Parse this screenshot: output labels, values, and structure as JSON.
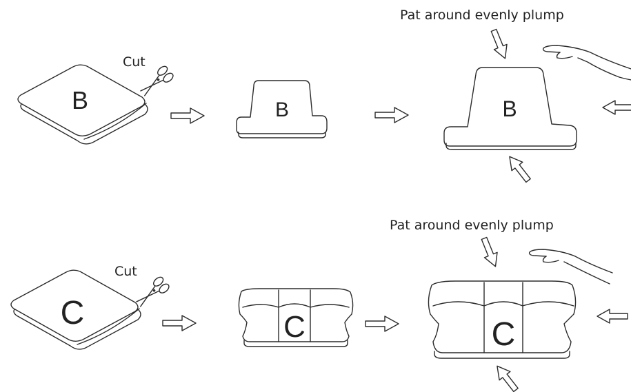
{
  "rows": [
    {
      "cut_label": "Cut",
      "pat_label": "Pat around evenly plump",
      "letter_raw": "B",
      "letter_cut": "B",
      "letter_final": "B"
    },
    {
      "cut_label": "Cut",
      "pat_label": "Pat around evenly plump",
      "letter_raw": "C",
      "letter_cut": "C",
      "letter_final": "C"
    }
  ],
  "icons": {
    "scissors": "scissors-icon",
    "hand": "hand-icon",
    "arrow": "outline-arrow-icon"
  },
  "colors": {
    "line": "#2b2b2b",
    "background": "#ffffff"
  }
}
